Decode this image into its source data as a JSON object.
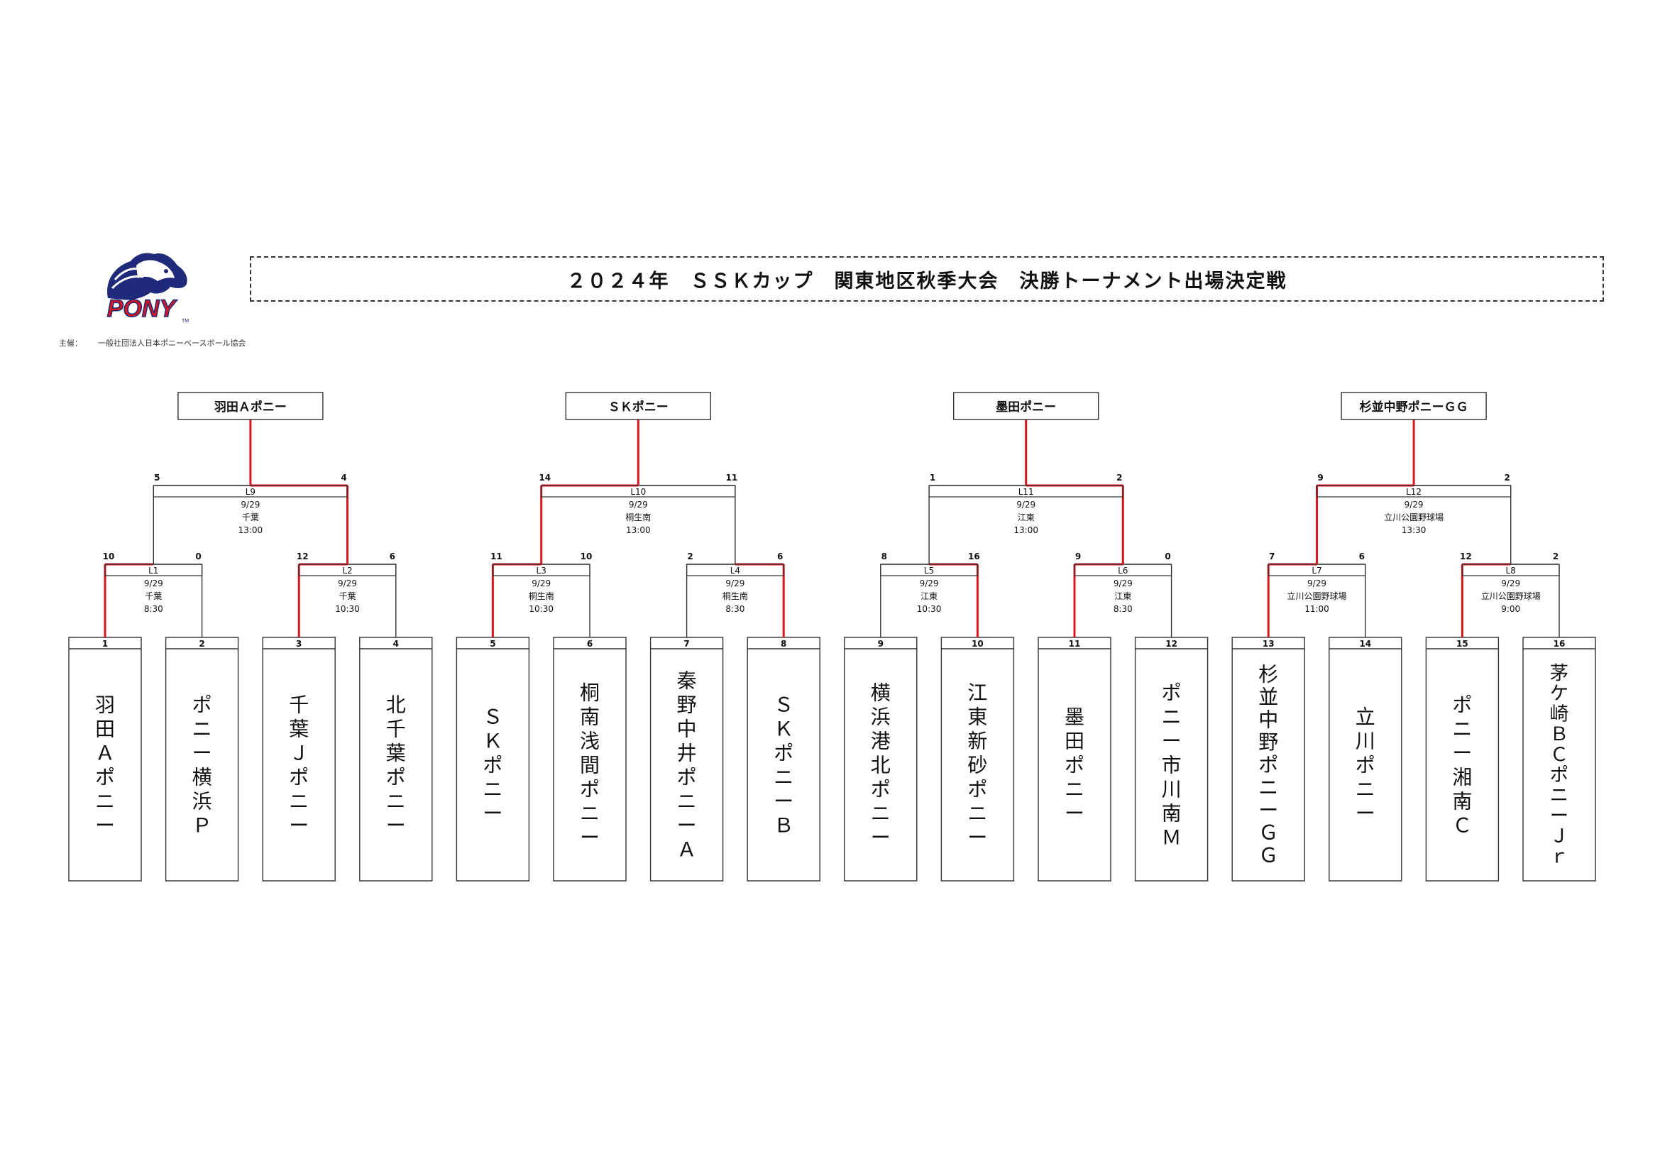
{
  "header": {
    "title": "２０２４年　ＳＳＫカップ　関東地区秋季大会　決勝トーナメント出場決定戦",
    "host_label": "主催：",
    "host_name": "一般社団法人日本ポニーベースボール協会",
    "logo_text": "PONY"
  },
  "colors": {
    "winner_line": "#d8161d",
    "line": "#333333",
    "logo_navy": "#1f2a7a",
    "logo_red": "#d8161d"
  },
  "teams": [
    {
      "seed": "1",
      "name": "羽田Ａポニー"
    },
    {
      "seed": "2",
      "name": "ポニー横浜Ｐ"
    },
    {
      "seed": "3",
      "name": "千葉Ｊポニー"
    },
    {
      "seed": "4",
      "name": "北千葉ポニー"
    },
    {
      "seed": "5",
      "name": "ＳＫポニー"
    },
    {
      "seed": "6",
      "name": "桐南浅間ポニー"
    },
    {
      "seed": "7",
      "name": "秦野中井ポニーＡ"
    },
    {
      "seed": "8",
      "name": "ＳＫポニーＢ"
    },
    {
      "seed": "9",
      "name": "横浜港北ポニー"
    },
    {
      "seed": "10",
      "name": "江東新砂ポニー"
    },
    {
      "seed": "11",
      "name": "墨田ポニー"
    },
    {
      "seed": "12",
      "name": "ポニー市川南Ｍ"
    },
    {
      "seed": "13",
      "name": "杉並中野ポニーＧＧ"
    },
    {
      "seed": "14",
      "name": "立川ポニー"
    },
    {
      "seed": "15",
      "name": "ポニー湘南Ｃ"
    },
    {
      "seed": "16",
      "name": "茅ケ崎ＢＣポニーＪｒ"
    }
  ],
  "round1": [
    {
      "id": "L1",
      "date": "9/29",
      "venue": "千葉",
      "time": "8:30",
      "scores": [
        "10",
        "0"
      ],
      "winner": 0
    },
    {
      "id": "L2",
      "date": "9/29",
      "venue": "千葉",
      "time": "10:30",
      "scores": [
        "12",
        "6"
      ],
      "winner": 0
    },
    {
      "id": "L3",
      "date": "9/29",
      "venue": "桐生南",
      "time": "10:30",
      "scores": [
        "11",
        "10"
      ],
      "winner": 0
    },
    {
      "id": "L4",
      "date": "9/29",
      "venue": "桐生南",
      "time": "8:30",
      "scores": [
        "2",
        "6"
      ],
      "winner": 1
    },
    {
      "id": "L5",
      "date": "9/29",
      "venue": "江東",
      "time": "10:30",
      "scores": [
        "8",
        "16"
      ],
      "winner": 1
    },
    {
      "id": "L6",
      "date": "9/29",
      "venue": "江東",
      "time": "8:30",
      "scores": [
        "9",
        "0"
      ],
      "winner": 0
    },
    {
      "id": "L7",
      "date": "9/29",
      "venue": "立川公園野球場",
      "time": "11:00",
      "scores": [
        "7",
        "6"
      ],
      "winner": 0
    },
    {
      "id": "L8",
      "date": "9/29",
      "venue": "立川公園野球場",
      "time": "9:00",
      "scores": [
        "12",
        "2"
      ],
      "winner": 0
    }
  ],
  "round2": [
    {
      "id": "L9",
      "date": "9/29",
      "venue": "千葉",
      "time": "13:00",
      "scores": [
        "5",
        "4"
      ],
      "winner": 1
    },
    {
      "id": "L10",
      "date": "9/29",
      "venue": "桐生南",
      "time": "13:00",
      "scores": [
        "14",
        "11"
      ],
      "winner": 0
    },
    {
      "id": "L11",
      "date": "9/29",
      "venue": "江東",
      "time": "13:00",
      "scores": [
        "1",
        "2"
      ],
      "winner": 1
    },
    {
      "id": "L12",
      "date": "9/29",
      "venue": "立川公園野球場",
      "time": "13:30",
      "scores": [
        "9",
        "2"
      ],
      "winner": 0
    }
  ],
  "finalists": [
    "羽田Ａポニー",
    "ＳＫポニー",
    "墨田ポニー",
    "杉並中野ポニーＧＧ"
  ]
}
